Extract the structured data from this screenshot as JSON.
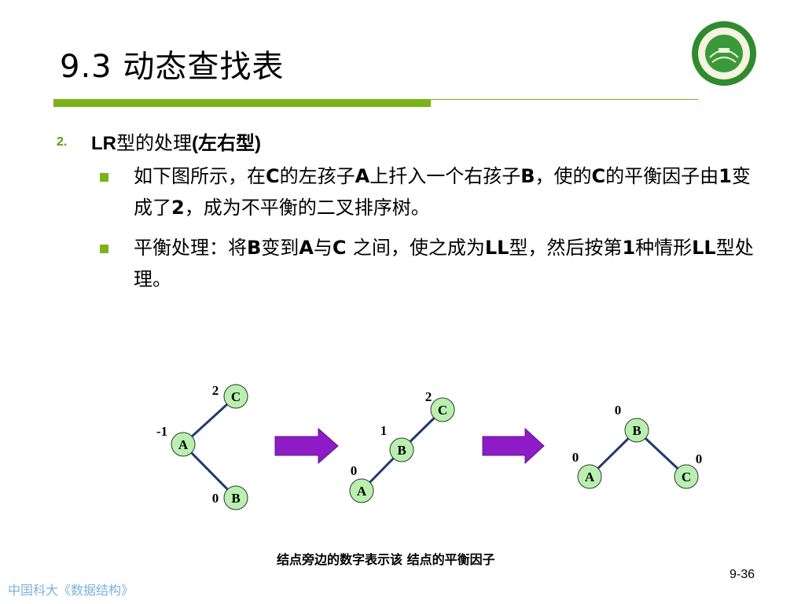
{
  "title": "9.3 动态查找表",
  "item_number": "2.",
  "heading_prefix": "LR",
  "heading_mid": "型的处理",
  "heading_paren": "(左右型)",
  "bullet1": {
    "t1": "如下图所示，在",
    "b1": "C",
    "t2": "的左孩子",
    "b2": "A",
    "t3": "上扦入一个右孩子",
    "b3": "B",
    "t4": "，使的",
    "b4": "C",
    "t5": "的平衡因子由",
    "b5": "1",
    "t6": "变成了",
    "b6": "2",
    "t7": "，成为不平衡的二叉排序树。"
  },
  "bullet2": {
    "t1": "平衡处理：将",
    "b1": "B",
    "t2": "变到",
    "b2": "A",
    "t3": "与",
    "b3": "C ",
    "t4": "之间，使之成为",
    "b4": "LL",
    "t5": "型，然后按第",
    "b5": "1",
    "t6": "种情形",
    "b6": "LL",
    "t7": "型处理。"
  },
  "trees": [
    {
      "nodes": [
        {
          "label": "C",
          "bf": "2"
        },
        {
          "label": "A",
          "bf": "-1"
        },
        {
          "label": "B",
          "bf": "0"
        }
      ]
    },
    {
      "nodes": [
        {
          "label": "C",
          "bf": "2"
        },
        {
          "label": "B",
          "bf": "1"
        },
        {
          "label": "A",
          "bf": "0"
        }
      ]
    },
    {
      "nodes": [
        {
          "label": "B",
          "bf": "0"
        },
        {
          "label": "A",
          "bf": "0"
        },
        {
          "label": "C",
          "bf": "0"
        }
      ]
    }
  ],
  "caption": "结点旁边的数字表示该 结点的平衡因子",
  "page_number": "9-36",
  "footer": "中国科大《数据结构》",
  "colors": {
    "accent_green": "#7ab317",
    "node_fill": "#b9f0b0",
    "edge": "#1f3b6e",
    "arrow": "#8e1bc6",
    "footer_blue": "#7ab3d8"
  }
}
